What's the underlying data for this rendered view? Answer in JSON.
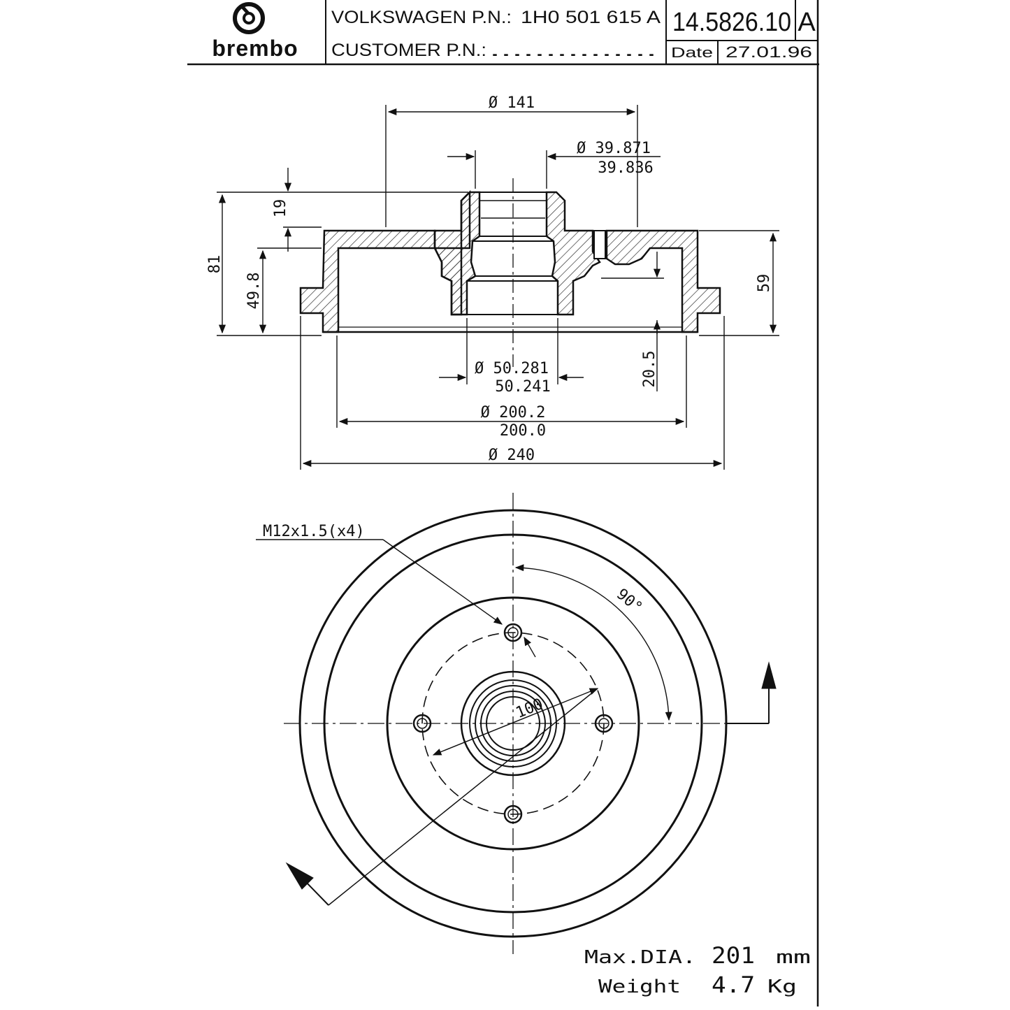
{
  "title_block": {
    "brand": "brembo",
    "vw_pn_label": "VOLKSWAGEN P.N.:",
    "vw_pn_value": "1H0 501 615 A",
    "customer_pn_label": "CUSTOMER P.N.:",
    "customer_pn_value": "...............",
    "part_number": "14.5826.10",
    "revision": "A",
    "date_label": "Date",
    "date_value": "27.01.96"
  },
  "section_dims": {
    "d141": "Ø 141",
    "d39_upper": "Ø 39.871",
    "d39_lower": "39.836",
    "h19": "19",
    "h81": "81",
    "h49_8": "49.8",
    "h59": "59",
    "h20_5": "20.5",
    "d50_upper": "Ø 50.281",
    "d50_lower": "50.241",
    "d200_upper": "Ø 200.2",
    "d200_lower": "200.0",
    "d240": "Ø 240"
  },
  "front_view": {
    "thread": "M12x1.5(x4)",
    "angle": "90°",
    "pcd": "100"
  },
  "specs": {
    "max_dia_label": "Max.DIA.",
    "max_dia_value": "201",
    "max_dia_unit": "mm",
    "weight_label": "Weight",
    "weight_value": "4.7",
    "weight_unit": "Kg"
  }
}
